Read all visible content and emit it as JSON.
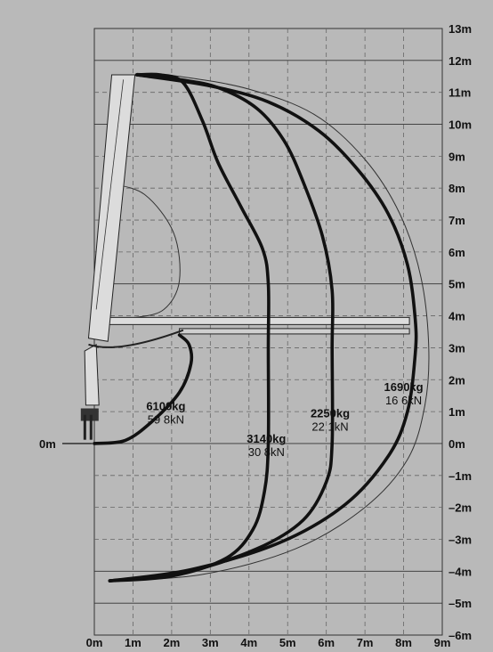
{
  "chart_data": {
    "type": "diagram",
    "title": "",
    "xlabel": "",
    "ylabel": "",
    "xlim": [
      0,
      9
    ],
    "ylim": [
      -6,
      13
    ],
    "grid": true,
    "x_ticks": [
      "0m",
      "1m",
      "2m",
      "3m",
      "4m",
      "5m",
      "6m",
      "7m",
      "8m",
      "9m"
    ],
    "y_ticks": [
      "13m",
      "12m",
      "11m",
      "10m",
      "9m",
      "8m",
      "7m",
      "6m",
      "5m",
      "4m",
      "3m",
      "2m",
      "1m",
      "0m",
      "–1m",
      "–2m",
      "–3m",
      "–4m",
      "–5m",
      "–6m"
    ],
    "origin_label": "0m",
    "colors": {
      "background": "#b9b9b9",
      "grid_solid": "#333333",
      "grid_dashed": "#666666",
      "curve": "#111111",
      "crane_body": "#dcdcdc"
    },
    "load_zones": [
      {
        "kg": "6100kg",
        "kn": "59 8kN",
        "label_x": 1.85,
        "label_y": 1.05,
        "curve": [
          [
            0,
            0
          ],
          [
            0.8,
            0.1
          ],
          [
            1.5,
            0.7
          ],
          [
            2.2,
            1.6
          ],
          [
            2.5,
            2.5
          ],
          [
            2.45,
            3.1
          ],
          [
            2.2,
            3.4
          ]
        ]
      },
      {
        "kg": "3140kg",
        "kn": "30 8kN",
        "label_x": 4.45,
        "label_y": 0.02,
        "curve": [
          [
            0.4,
            -4.3
          ],
          [
            2,
            -4.15
          ],
          [
            3.4,
            -3.6
          ],
          [
            4.1,
            -2.7
          ],
          [
            4.4,
            -1.5
          ],
          [
            4.5,
            0
          ],
          [
            4.5,
            3
          ],
          [
            4.5,
            5
          ],
          [
            4.35,
            6.1
          ],
          [
            3.8,
            7.4
          ],
          [
            3.2,
            8.8
          ],
          [
            2.8,
            10.1
          ],
          [
            2.3,
            11.3
          ],
          [
            1.7,
            11.55
          ],
          [
            1.1,
            11.55
          ]
        ]
      },
      {
        "kg": "2250kg",
        "kn": "22 1kN",
        "label_x": 6.1,
        "label_y": 0.82,
        "curve": [
          [
            0.4,
            -4.3
          ],
          [
            2.3,
            -4.05
          ],
          [
            4.2,
            -3.3
          ],
          [
            5.4,
            -2.4
          ],
          [
            6,
            -1.2
          ],
          [
            6.15,
            0
          ],
          [
            6.15,
            3
          ],
          [
            6.15,
            4.8
          ],
          [
            5.9,
            6.5
          ],
          [
            5.4,
            8.2
          ],
          [
            4.9,
            9.5
          ],
          [
            4.2,
            10.5
          ],
          [
            3.2,
            11.15
          ],
          [
            2.2,
            11.4
          ],
          [
            1.1,
            11.55
          ]
        ]
      },
      {
        "kg": "1690kg",
        "kn": "16 6kN",
        "label_x": 8.0,
        "label_y": 1.65,
        "curve": [
          [
            0.4,
            -4.3
          ],
          [
            2.5,
            -3.95
          ],
          [
            4.8,
            -3.1
          ],
          [
            6.5,
            -1.9
          ],
          [
            7.6,
            -0.4
          ],
          [
            8.1,
            1
          ],
          [
            8.3,
            2.8
          ],
          [
            8.3,
            3.9
          ],
          [
            8.1,
            5.6
          ],
          [
            7.6,
            7.2
          ],
          [
            6.8,
            8.6
          ],
          [
            5.8,
            9.8
          ],
          [
            4.5,
            10.7
          ],
          [
            3,
            11.2
          ],
          [
            1.1,
            11.55
          ]
        ]
      }
    ],
    "outer_envelope": [
      [
        0.4,
        -4.3
      ],
      [
        2.8,
        -4.1
      ],
      [
        5.2,
        -3.3
      ],
      [
        7,
        -2
      ],
      [
        8.1,
        -0.5
      ],
      [
        8.55,
        1.2
      ],
      [
        8.65,
        3
      ],
      [
        8.45,
        5.2
      ],
      [
        7.9,
        7.2
      ],
      [
        7,
        8.9
      ],
      [
        5.7,
        10.3
      ],
      [
        4,
        11.1
      ],
      [
        2.2,
        11.5
      ],
      [
        1.1,
        11.6
      ]
    ],
    "inner_slew_arc": [
      [
        0.4,
        8.15
      ],
      [
        1.3,
        7.8
      ],
      [
        2.05,
        6.6
      ],
      [
        2.2,
        5.1
      ],
      [
        1.8,
        4.2
      ],
      [
        1.05,
        3.95
      ],
      [
        0.4,
        3.95
      ]
    ]
  }
}
